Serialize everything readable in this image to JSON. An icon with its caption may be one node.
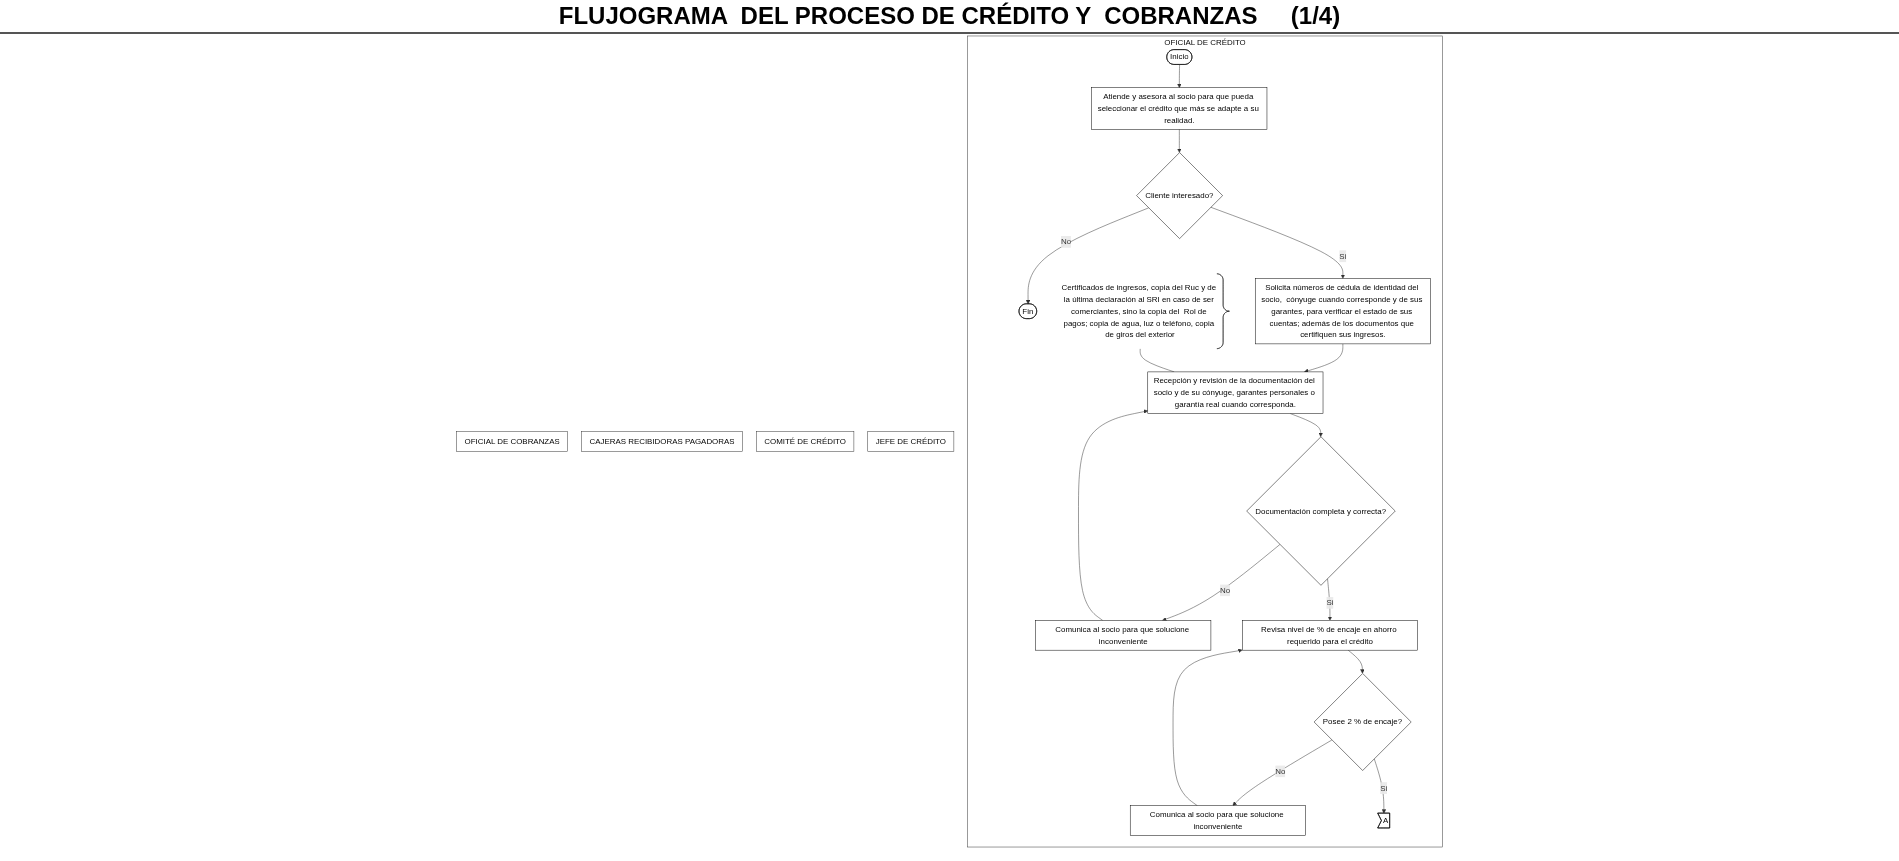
{
  "diagram": {
    "title": "FLUJOGRAMA  DEL PROCESO DE CRÉDITO Y  COBRANZAS     (1/4)",
    "nodes": [
      {
        "text": [
          "OFICIAL DE CRÉDITO"
        ]
      },
      {
        "text": [
          "Inicio"
        ],
        "in": 0
      },
      {
        "text": [
          "Atiende y asesora al socio para que pueda seleccionar el crédito que más se adapte a su realidad."
        ],
        "in": 0
      },
      {
        "text": [
          "Cliente interesado?"
        ],
        "in": 0
      },
      {
        "text": [
          "Fin"
        ],
        "in": 0
      },
      {
        "text": [
          "Solicita números de cédula de identidad del socio,  cónyuge cuando corresponde y de sus garantes, para verificar el estado de sus cuentas; además de los documentos que certifiquen sus ingresos."
        ],
        "in": 0
      },
      {
        "text": [
          "Certificados de ingresos, copia del Ruc y de la última declaración al SRI en caso de ser comerciantes, sino la copia del  Rol de pagos; copia de agua, luz o teléfono, copia de giros del exterior"
        ],
        "in": 0
      },
      {
        "text": [
          "Recepción y revisión de la documentación del socio y de su cónyuge, garantes personales o garantía real cuando corresponda."
        ],
        "in": 0
      },
      {
        "text": [
          "Comunica al socio para que solucione inconveniente"
        ],
        "in": 0
      },
      {
        "text": [
          "Documentación completa y correcta?"
        ],
        "in": 0
      },
      {
        "text": [
          "Revisa nivel de % de encaje en ahorro requerido para el crédito"
        ],
        "in": 0
      },
      {
        "text": [
          "Comunica al socio para que solucione inconveniente"
        ],
        "in": 0
      },
      {
        "text": [
          "Posee 2 % de encaje?"
        ],
        "in": 0
      },
      {
        "text": [
          "A"
        ],
        "in": 0
      },
      {
        "text": [
          "JEFE DE CRÉDITO"
        ]
      },
      {
        "text": [
          "COMITÉ DE CRÉDITO"
        ]
      },
      {
        "text": [
          "CAJERAS RECIBIDORAS PAGADORAS"
        ]
      },
      {
        "text": [
          "OFICIAL DE COBRANZAS"
        ]
      }
    ],
    "edges": [
      {
        "from": 1,
        "to": 2,
        "arrow": "to"
      },
      {
        "from": 2,
        "to": 3,
        "arrow": "to"
      },
      {
        "from": 3,
        "to": 4,
        "arrow": "to",
        "label": "No"
      },
      {
        "from": 3,
        "to": 5,
        "arrow": "to",
        "label": "Si"
      },
      {
        "from": 5,
        "to": 7,
        "arrow": "to"
      },
      {
        "from": 6,
        "to": 7,
        "arrow": "none"
      },
      {
        "from": 8,
        "to": 7,
        "arrow": "to"
      },
      {
        "from": 7,
        "to": 9,
        "arrow": "to"
      },
      {
        "from": 9,
        "to": 8,
        "arrow": "to",
        "label": "No"
      },
      {
        "from": 9,
        "to": 10,
        "arrow": "to",
        "label": "Si"
      },
      {
        "from": 11,
        "to": 10,
        "arrow": "to"
      },
      {
        "from": 10,
        "to": 12,
        "arrow": "to"
      },
      {
        "from": 12,
        "to": 11,
        "arrow": "to",
        "label": "No"
      },
      {
        "from": 12,
        "to": 13,
        "arrow": "to",
        "label": "Si"
      }
    ]
  }
}
